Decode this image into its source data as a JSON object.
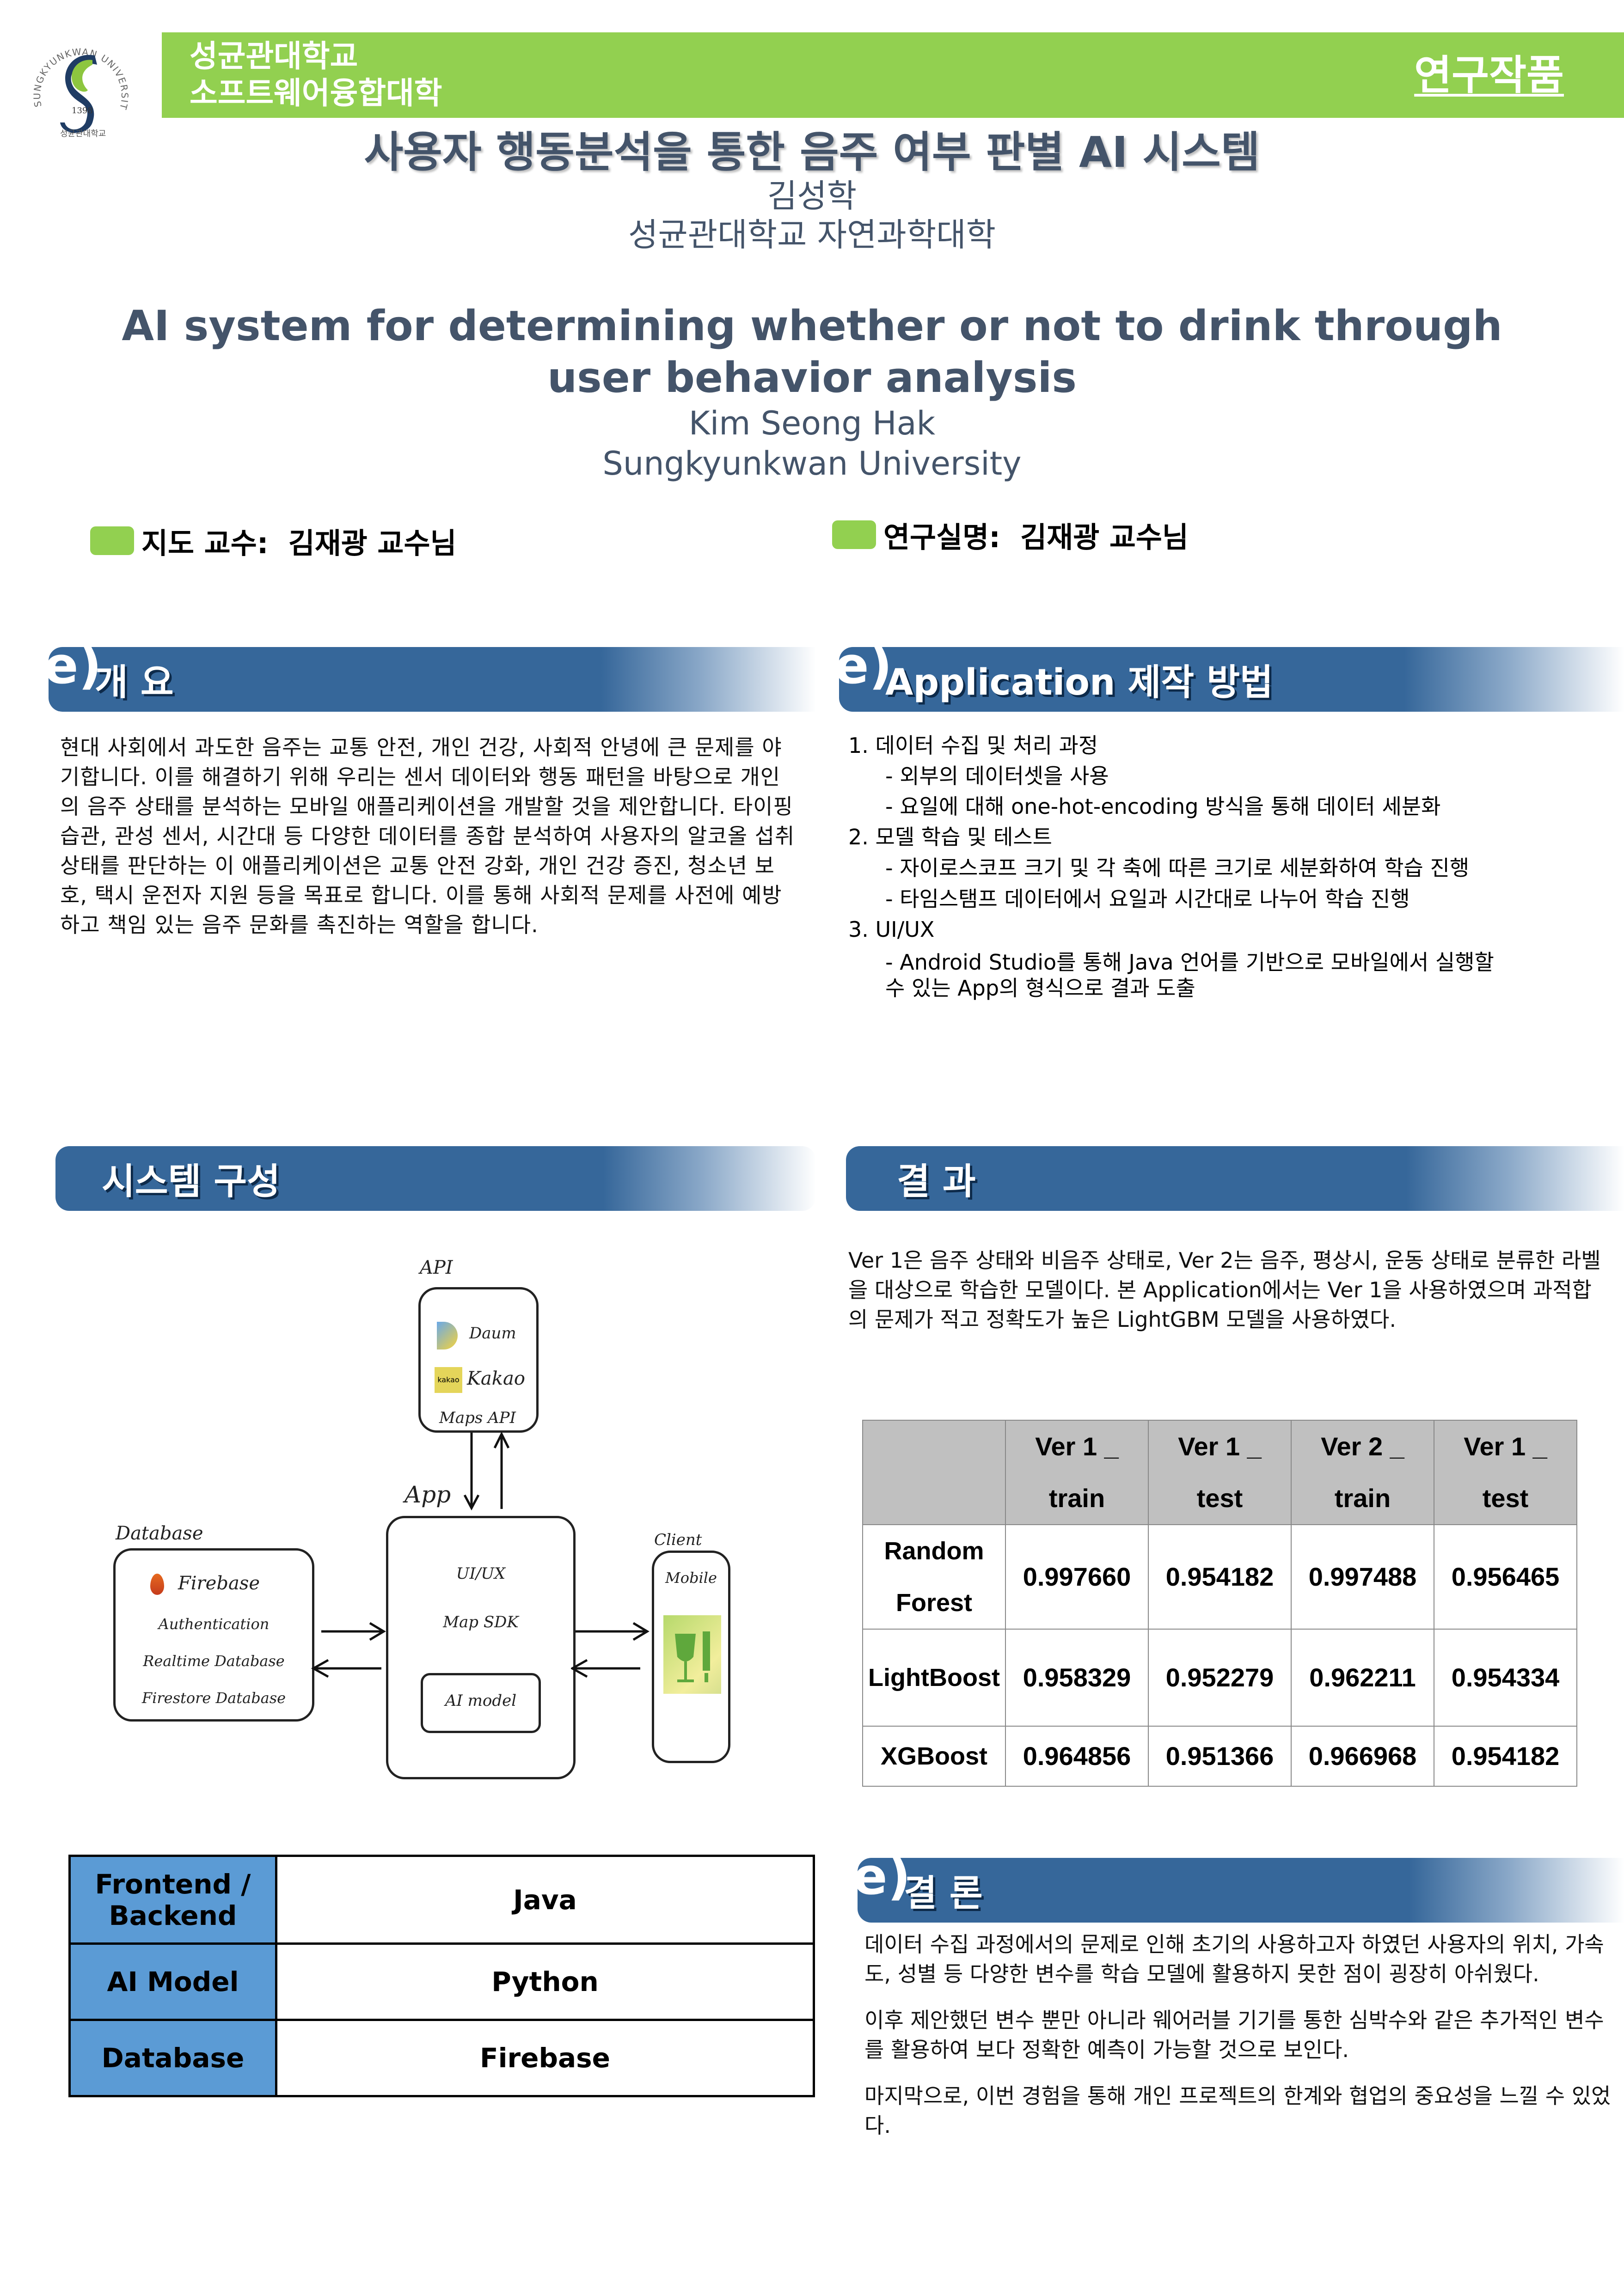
{
  "header": {
    "logo": {
      "icon": "skku-emblem-icon",
      "ring_text": "SUNGKYUNKWAN UNIVERSITY",
      "year": "1398",
      "bottom_text": "성균관대학교"
    },
    "school_line1": "성균관대학교",
    "school_line2": "소프트웨어융합대학",
    "tag": "연구작품",
    "bar_color": "#92d050"
  },
  "title": {
    "korean": "사용자 행동분석을 통한 음주 여부 판별 AI 시스템",
    "author_kr": "김성학",
    "affiliation_kr": "성균관대학교 자연과학대학",
    "english": "AI system for determining whether or not to drink through user behavior analysis",
    "author_en": "Kim Seong Hak",
    "affiliation_en": "Sungkyunkwan University"
  },
  "advisors": {
    "advisor_label": "지도 교수:",
    "advisor_name": "김재광 교수님",
    "lab_label": "연구실명:",
    "lab_name": "김재광 교수님"
  },
  "sections": {
    "overview": {
      "title": "개 요",
      "text": " 현대 사회에서 과도한 음주는 교통 안전, 개인 건강, 사회적 안녕에 큰 문제를 야기합니다. 이를 해결하기 위해 우리는 센서 데이터와 행동 패턴을 바탕으로 개인의 음주 상태를 분석하는 모바일 애플리케이션을 개발할 것을 제안합니다. 타이핑 습관, 관성 센서, 시간대 등 다양한 데이터를 종합 분석하여 사용자의 알코올 섭취 상태를 판단하는 이 애플리케이션은 교통 안전 강화, 개인 건강 증진, 청소년 보호, 택시 운전자 지원 등을 목표로 합니다. 이를 통해 사회적 문제를 사전에 예방하고 책임 있는 음주 문화를 촉진하는 역할을 합니다."
    },
    "method": {
      "title": "Application 제작 방법",
      "items": [
        {
          "heading": "1. 데이터 수집 및 처리 과정",
          "subs": [
            "-   외부의 데이터셋을 사용",
            "-   요일에 대해 one-hot-encoding 방식을 통해 데이터 세분화"
          ]
        },
        {
          "heading": "2. 모델 학습 및 테스트",
          "subs": [
            "-   자이로스코프 크기 및 각 축에 따른 크기로 세분화하여 학습 진행",
            "-   타임스탬프 데이터에서 요일과 시간대로 나누어 학습 진행"
          ]
        },
        {
          "heading": "3. UI/UX",
          "subs": [
            "- Android Studio를 통해 Java 언어를 기반으로 모바일에서 실행할 수 있는 App의 형식으로 결과 도출"
          ]
        }
      ]
    },
    "system": {
      "title": "시스템 구성",
      "diagram": {
        "api_label": "API",
        "api_items": [
          "Daum",
          "Kakao",
          "Maps API"
        ],
        "kakao_badge": "kakao",
        "app_label": "App",
        "app_items": [
          "UI/UX",
          "Map SDK",
          "AI model"
        ],
        "db_label": "Database",
        "db_items": [
          "Firebase",
          "Authentication",
          "Realtime Database",
          "Firestore Database"
        ],
        "client_label": "Client",
        "client_items": [
          "Mobile"
        ]
      },
      "stack_table": [
        {
          "key": "Frontend / Backend",
          "value": "Java"
        },
        {
          "key": "AI Model",
          "value": "Python"
        },
        {
          "key": "Database",
          "value": "Firebase"
        }
      ]
    },
    "results": {
      "title": "결 과",
      "text": "Ver 1은 음주 상태와 비음주 상태로, Ver 2는 음주, 평상시, 운동 상태로 분류한 라벨을 대상으로 학습한 모델이다. 본 Application에서는 Ver 1을 사용하였으며 과적합의 문제가 적고 정확도가 높은 LightGBM 모델을 사용하였다.",
      "table": {
        "headers": [
          "",
          "Ver 1 _ train",
          "Ver 1 _ test",
          "Ver 2 _ train",
          "Ver 1 _ test"
        ],
        "rows": [
          {
            "model": "Random Forest",
            "values": [
              "0.997660",
              "0.954182",
              "0.997488",
              "0.956465"
            ]
          },
          {
            "model": "LightBoost",
            "values": [
              "0.958329",
              "0.952279",
              "0.962211",
              "0.954334"
            ]
          },
          {
            "model": "XGBoost",
            "values": [
              "0.964856",
              "0.951366",
              "0.966968",
              "0.954182"
            ]
          }
        ]
      }
    },
    "conclusion": {
      "title": "결 론",
      "paragraphs": [
        "데이터 수집 과정에서의 문제로 인해 초기의 사용하고자 하였던 사용자의 위치, 가속도, 성별 등 다양한 변수를 학습 모델에 활용하지 못한 점이 굉장히 아쉬웠다.",
        "이후 제안했던 변수 뿐만 아니라 웨어러블 기기를 통한 심박수와 같은 추가적인 변수를 활용하여 보다 정확한 예측이 가능할 것으로 보인다.",
        "마지막으로, 이번 경험을 통해 개인 프로젝트의 한계와 협업의 중요성을 느낄 수 있었다."
      ]
    }
  },
  "colors": {
    "accent_green": "#92d050",
    "ribbon_blue": "#36679a",
    "title_slate": "#44546a",
    "stack_key_blue": "#5b9bd5",
    "table_header_gray": "#c0c0c0"
  }
}
